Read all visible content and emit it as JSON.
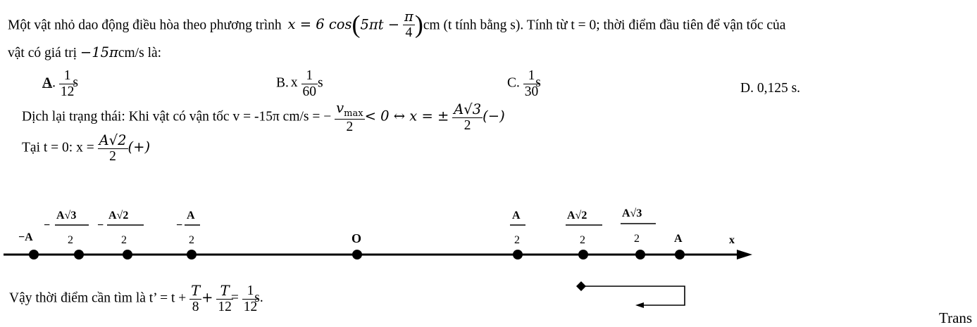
{
  "question": {
    "text_a": "Một vật nhỏ dao động điều hòa theo phương trình",
    "equation": {
      "lhs": "x = 6 cos",
      "inner_a": "5πt −",
      "pi_num": "π",
      "pi_den": "4",
      "unit": "cm"
    },
    "text_b": "(t tính bằng s). Tính từ t = 0; thời điểm đầu tiên để vận tốc của",
    "line2_a": "vật có giá trị",
    "velocity": "−15π",
    "line2_b": "cm/s là:"
  },
  "options": [
    {
      "letter": "A",
      "suffix": ".",
      "pre": "",
      "num": "1",
      "den": "12",
      "unit": "s"
    },
    {
      "letter": "B.",
      "suffix": "",
      "pre": "x",
      "num": "1",
      "den": "60",
      "unit": "s"
    },
    {
      "letter": "C.",
      "suffix": "",
      "pre": "",
      "num": "1",
      "den": "30",
      "unit": "s"
    },
    {
      "letter": "D. 0,125 s.",
      "suffix": "",
      "pre": "",
      "num": "",
      "den": "",
      "unit": ""
    }
  ],
  "solution": {
    "line1_text": "Dịch lại trạng thái: Khi vật có vận tốc v = -15π cm/s = −",
    "vmax_num": "v",
    "vmax_sub": "max",
    "vmax_den": "2",
    "rel": "< 0 ↔ x = ±",
    "a3_num": "A√3",
    "a3_den": "2",
    "sign1": "(−)",
    "line2_text": "Tại t = 0: x =",
    "a2_num": "A√2",
    "a2_den": "2",
    "sign2": "(+)",
    "conclusion_text": "Vậy thời điểm cần tìm là t’ = t +",
    "t_num": "T",
    "t8_den": "8",
    "plus": "+",
    "t12_den": "12",
    "eq": "=",
    "res_num": "1",
    "res_den": "12",
    "res_unit": "s."
  },
  "axis": {
    "minus_a": "−A",
    "neg_a3_num": "A√3",
    "neg_a3_den": "2",
    "neg_a2_num": "A√2",
    "neg_a2_den": "2",
    "neg_a_num": "A",
    "neg_a_den": "2",
    "minus": "−",
    "origin": "O",
    "pos_a_num": "A",
    "pos_a_den": "2",
    "pos_a2_num": "A√2",
    "pos_a2_den": "2",
    "pos_a3_num": "A√3",
    "pos_a3_den": "2",
    "a": "A",
    "x": "x"
  },
  "footer": {
    "trans": "Trans"
  }
}
